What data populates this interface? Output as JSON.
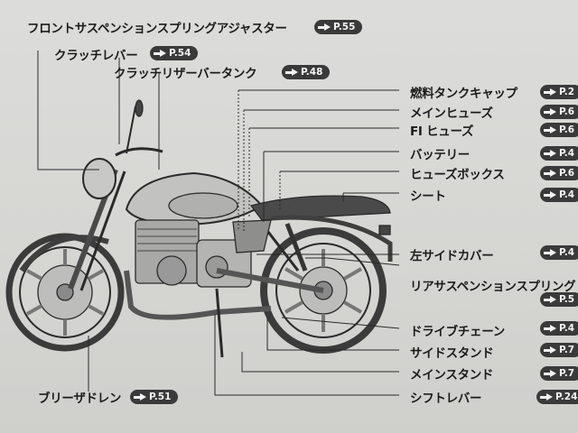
{
  "labels": {
    "front_suspension_adjuster": "フロントサスペンションスプリングアジャスター",
    "clutch_lever": "クラッチレバー",
    "clutch_reservoir": "クラッチリザーバータンク",
    "fuel_cap": "燃料タンクキャップ",
    "main_fuse": "メインヒューズ",
    "fi_fuse": "FI ヒューズ",
    "battery": "バッテリー",
    "fuse_box": "ヒューズボックス",
    "seat": "シート",
    "left_side_cover": "左サイドカバー",
    "rear_suspension_spring": "リアサスペンションスプリング",
    "drive_chain": "ドライブチェーン",
    "side_stand": "サイドスタンド",
    "main_stand": "メインスタンド",
    "shift_lever": "シフトレバー",
    "breather_drain": "ブリーザドレン"
  },
  "refs": {
    "front_suspension_adjuster": "P.55",
    "clutch_lever": "P.54",
    "clutch_reservoir": "P.48",
    "fuel_cap": "P.2",
    "main_fuse": "P.6",
    "fi_fuse": "P.6",
    "battery": "P.4",
    "fuse_box": "P.6",
    "seat": "P.4",
    "left_side_cover": "P.4",
    "rear_suspension_spring": "P.5",
    "drive_chain": "P.4",
    "side_stand": "P.7",
    "main_stand": "P.7",
    "shift_lever": "P.24",
    "breather_drain": "P.51"
  }
}
